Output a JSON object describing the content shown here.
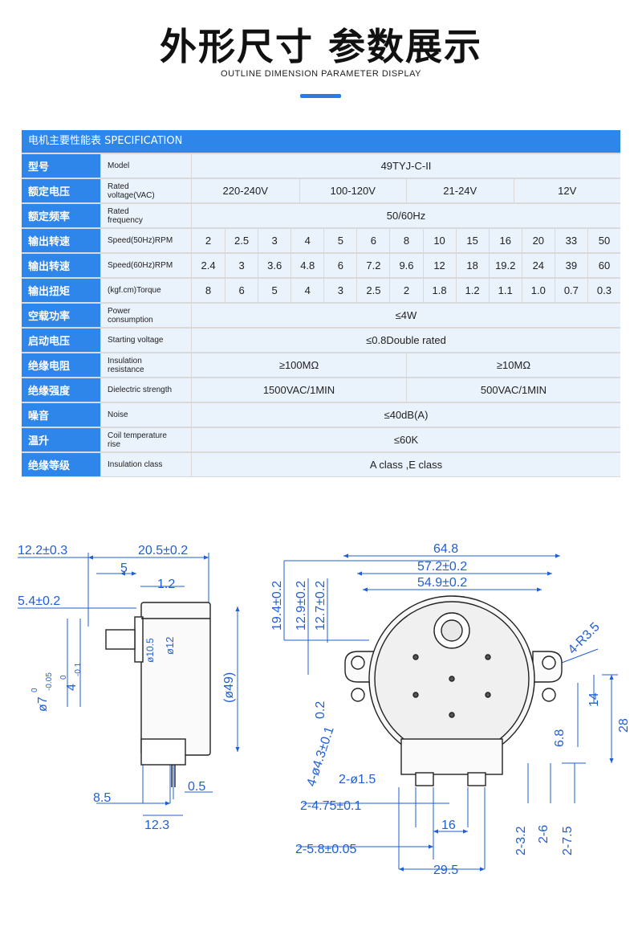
{
  "header": {
    "title": "外形尺寸 参数展示",
    "subtitle": "OUTLINE DIMENSION PARAMETER DISPLAY",
    "accent_color": "#2b7be0"
  },
  "spec": {
    "heading": "电机主要性能表 SPECIFICATION",
    "header_color": "#2e86ea",
    "rows": [
      {
        "cn": "型号",
        "en": [
          "Model"
        ],
        "values": [
          "49TYJ-C-II"
        ]
      },
      {
        "cn": "额定电压",
        "en": [
          "Rated",
          "voltage(VAC)"
        ],
        "values": [
          "220-240V",
          "100-120V",
          "21-24V",
          "12V"
        ]
      },
      {
        "cn": "额定频率",
        "en": [
          "Rated",
          "frequency"
        ],
        "values": [
          "50/60Hz"
        ]
      },
      {
        "cn": "输出转速",
        "en": [
          "Speed(50Hz)RPM"
        ],
        "values": [
          "2",
          "2.5",
          "3",
          "4",
          "5",
          "6",
          "8",
          "10",
          "15",
          "16",
          "20",
          "33",
          "50"
        ]
      },
      {
        "cn": "输出转速",
        "en": [
          "Speed(60Hz)RPM"
        ],
        "values": [
          "2.4",
          "3",
          "3.6",
          "4.8",
          "6",
          "7.2",
          "9.6",
          "12",
          "18",
          "19.2",
          "24",
          "39",
          "60"
        ]
      },
      {
        "cn": "输出扭矩",
        "en": [
          "(kgf.cm)Torque"
        ],
        "values": [
          "8",
          "6",
          "5",
          "4",
          "3",
          "2.5",
          "2",
          "1.8",
          "1.2",
          "1.1",
          "1.0",
          "0.7",
          "0.3"
        ]
      },
      {
        "cn": "空载功率",
        "en": [
          "Power",
          "consumption"
        ],
        "values": [
          "≤4W"
        ]
      },
      {
        "cn": "启动电压",
        "en": [
          "Starting voltage"
        ],
        "values": [
          "≤0.8Double rated"
        ]
      },
      {
        "cn": "绝缘电阻",
        "en": [
          "Insulation",
          "resistance"
        ],
        "values": [
          "≥100MΩ",
          "≥10MΩ"
        ]
      },
      {
        "cn": "绝缘强度",
        "en": [
          "Dielectric strength"
        ],
        "values": [
          "1500VAC/1MIN",
          "500VAC/1MIN"
        ]
      },
      {
        "cn": "噪音",
        "en": [
          "Noise"
        ],
        "values": [
          "≤40dB(A)"
        ]
      },
      {
        "cn": "温升",
        "en": [
          "Coil temperature",
          "rise"
        ],
        "values": [
          "≤60K"
        ]
      },
      {
        "cn": "绝缘等级",
        "en": [
          "Insulation class"
        ],
        "values": [
          "A class ,E class"
        ]
      }
    ]
  },
  "drawing": {
    "dimension_color": "#1f5fd6",
    "side_view": {
      "dim_12_2": "12.2±0.3",
      "dim_20_5": "20.5±0.2",
      "dim_5": "5",
      "dim_1_2": "1.2",
      "dim_5_4": "5.4±0.2",
      "dim_phi10_5": "ø10.5",
      "dim_phi12": "ø12",
      "dim_phi49": "(ø49)",
      "dim_phi7": "ø7",
      "dim_phi7_tol_upper": "0",
      "dim_phi7_tol_lower": "-0.05",
      "dim_4": "4",
      "dim_4_tol_upper": "0",
      "dim_4_tol_lower": "-0.1",
      "dim_0_5": "0.5",
      "dim_8_5": "8.5",
      "dim_12_3": "12.3"
    },
    "front_view": {
      "dim_64_8": "64.8",
      "dim_57_2": "57.2±0.2",
      "dim_54_9": "54.9±0.2",
      "dim_19_4": "19.4±0.2",
      "dim_12_9": "12.9±0.2",
      "dim_12_7": "12.7±0.2",
      "dim_0_2": "0.2",
      "dim_4_phi4_3": "4-ø4.3±0.1",
      "dim_4_r3_5": "4-R3.5",
      "dim_14": "14",
      "dim_6_8": "6.8",
      "dim_28": "28",
      "dim_2_phi1_5": "2-ø1.5",
      "dim_2_4_75": "2-4.75±0.1",
      "dim_16": "16",
      "dim_2_5_8": "2-5.8±0.05",
      "dim_29_5": "29.5",
      "dim_2_3_2": "2-3.2",
      "dim_2_6": "2-6",
      "dim_2_7_5": "2-7.5"
    }
  }
}
